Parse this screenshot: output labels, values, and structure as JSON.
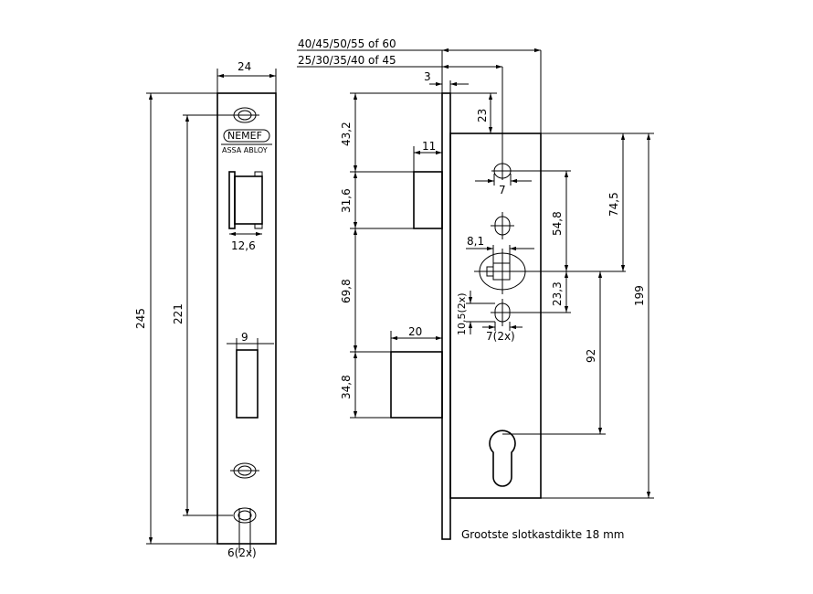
{
  "front_view": {
    "width": "24",
    "height_total": "245",
    "screw_spacing": "221",
    "latch_width": "12,6",
    "bolt_width": "9",
    "screw_hole": "6(2x)",
    "logo_brand": "NEMEF",
    "logo_group": "ASSA ABLOY"
  },
  "side_view": {
    "backset_long": "40/45/50/55 of 60",
    "backset_short": "25/30/35/40 of 45",
    "faceplate_thickness": "3",
    "latch_projection": "11",
    "bolt_projection": "20",
    "dim_43_2": "43,2",
    "dim_31_6": "31,6",
    "dim_69_8": "69,8",
    "dim_34_8": "34,8",
    "dim_23": "23",
    "hole_7": "7",
    "spindle": "8,1",
    "hole_height": "10,5(2x)",
    "hole_width": "7(2x)",
    "dim_54_8": "54,8",
    "dim_23_3": "23,3",
    "dim_74_5": "74,5",
    "dim_92": "92",
    "dim_199": "199",
    "note": "Grootste slotkastdikte 18 mm"
  }
}
